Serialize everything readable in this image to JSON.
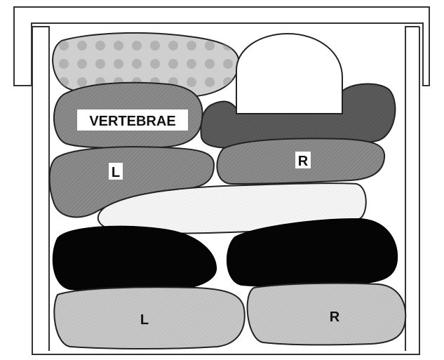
{
  "labels": {
    "vertebrae": "VERTEBRAE",
    "left_upper": "L",
    "right_upper": "R",
    "left_lower": "L",
    "right_lower": "R"
  },
  "colors": {
    "container_stroke": "#333333",
    "shape_stroke": "#222222",
    "dotted_fill": "#cfcfcf",
    "dome_fill": "#ffffff",
    "dark_fill": "#5a5a5a",
    "medium_fill": "#8a8a8a",
    "light_fill": "#f4f4f4",
    "black_fill": "#050505",
    "bottom_fill": "#c6c6c6"
  }
}
